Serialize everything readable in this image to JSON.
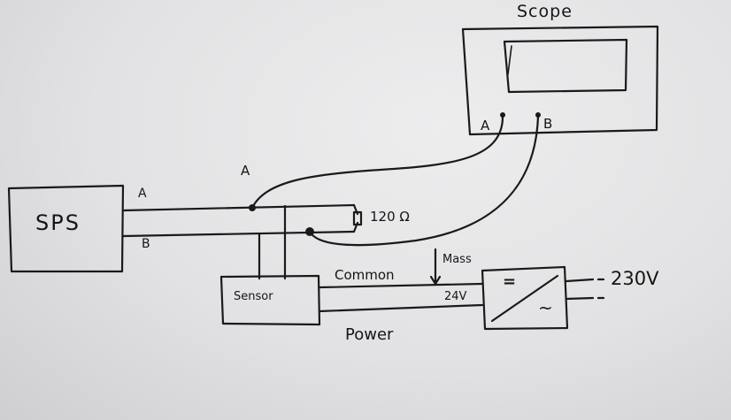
{
  "labels": {
    "scope": "Scope",
    "scope_channel_a": "A",
    "scope_channel_b": "B",
    "sps": "SPS",
    "sps_line_a": "A",
    "sps_line_b": "B",
    "probe_a": "A",
    "resistor": "120 Ω",
    "mass": "Mass",
    "sensor": "Sensor",
    "common": "Common",
    "voltage_dc": "24V",
    "power": "Power",
    "voltage_ac": "230V",
    "converter_dc": "=",
    "converter_ac": "~"
  }
}
